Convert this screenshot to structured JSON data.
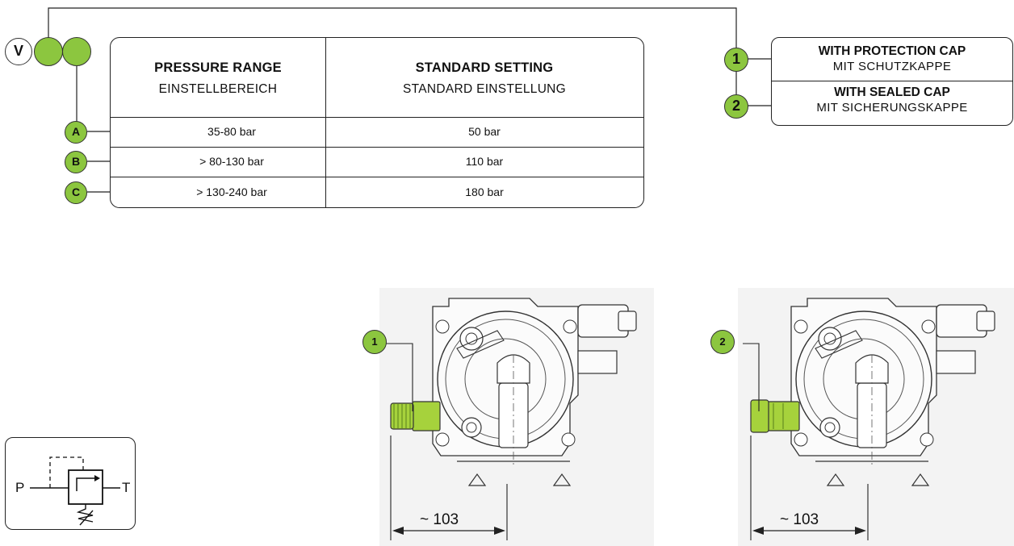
{
  "variant": {
    "label": "V"
  },
  "pressure_table": {
    "header": {
      "range_en": "PRESSURE RANGE",
      "range_de": "EINSTELLBEREICH",
      "setting_en": "STANDARD SETTING",
      "setting_de": "STANDARD EINSTELLUNG"
    },
    "rows": [
      {
        "code": "A",
        "range": "35-80 bar",
        "setting": "50 bar"
      },
      {
        "code": "B",
        "range": "> 80-130 bar",
        "setting": "110 bar"
      },
      {
        "code": "C",
        "range": "> 130-240 bar",
        "setting": "180 bar"
      }
    ]
  },
  "cap_options": [
    {
      "code": "1",
      "en": "WITH PROTECTION CAP",
      "de": "MIT SCHUTZKAPPE"
    },
    {
      "code": "2",
      "en": "WITH SEALED CAP",
      "de": "MIT SICHERUNGSKAPPE"
    }
  ],
  "symbol": {
    "port_in": "P",
    "port_out": "T"
  },
  "drawings": [
    {
      "callout": "1",
      "dimension": "~ 103"
    },
    {
      "callout": "2",
      "dimension": "~ 103"
    }
  ],
  "colors": {
    "accent_green": "#8cc63f",
    "line": "#222222",
    "cap_green": "#a6d23c"
  }
}
